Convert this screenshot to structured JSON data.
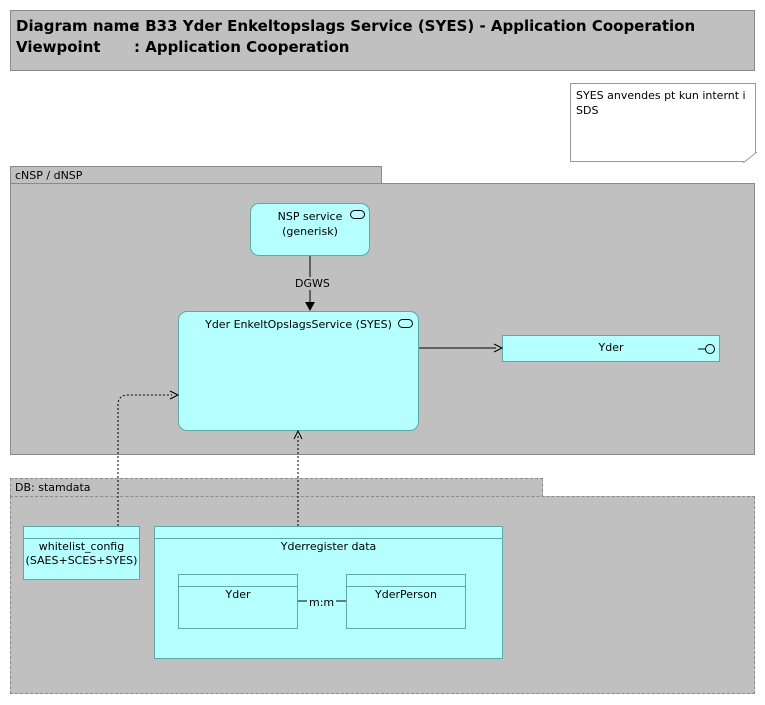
{
  "header": {
    "diagram_name_label": "Diagram name",
    "diagram_name": ": B33 Yder Enkeltopslags Service (SYES) - Application Cooperation",
    "viewpoint_label": "Viewpoint",
    "viewpoint": ": Application Cooperation"
  },
  "note": {
    "text": "SYES anvendes pt kun internt i SDS"
  },
  "groups": {
    "cnsp": "cNSP / dNSP",
    "db": "DB: stamdata"
  },
  "elements": {
    "nsp_service_line1": "NSP service",
    "nsp_service_line2": "(generisk)",
    "syes_service": "Yder EnkeltOpslagsService (SYES)",
    "yder_interface": "Yder",
    "whitelist_line1": "whitelist_config",
    "whitelist_line2": "(SAES+SCES+SYES)",
    "yderregister_data": "Yderregister data",
    "yder_data": "Yder",
    "yderperson_data": "YderPerson"
  },
  "relations": {
    "dgws": "DGWS",
    "mm": "m:m"
  }
}
